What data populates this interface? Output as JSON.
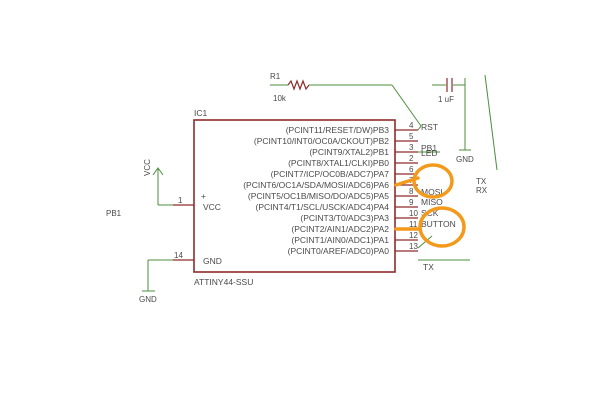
{
  "chip": {
    "ref": "IC1",
    "part": "ATTINY44-SSU",
    "vcc_label": "VCC",
    "gnd_label": "GND",
    "plus": "+",
    "left_pin_1": "1",
    "left_pin_14": "14",
    "pins": [
      {
        "name": "(PCINT11/RESET/DW)PB3",
        "num": "4"
      },
      {
        "name": "(PCINT10/INT0/OC0A/CKOUT)PB2",
        "num": "5"
      },
      {
        "name": "(PCINT9/XTAL2)PB1",
        "num": "3"
      },
      {
        "name": "(PCINT8/XTAL1/CLKI)PB0",
        "num": "2"
      },
      {
        "name": "(PCINT7/ICP/OC0B/ADC7)PA7",
        "num": "6"
      },
      {
        "name": "(PCINT6/OC1A/SDA/MOSI/ADC6)PA6",
        "num": "7"
      },
      {
        "name": "(PCINT5/OC1B/MISO/DO/ADC5)PA5",
        "num": "8"
      },
      {
        "name": "(PCINT4/T1/SCL/USCK/ADC4)PA4",
        "num": "9"
      },
      {
        "name": "(PCINT3/T0/ADC3)PA3",
        "num": "10"
      },
      {
        "name": "(PCINT2/AIN1/ADC2)PA2",
        "num": "11"
      },
      {
        "name": "(PCINT1/AIN0/ADC1)PA1",
        "num": "12"
      },
      {
        "name": "(PCINT0/AREF/ADC0)PA0",
        "num": "13"
      }
    ]
  },
  "nets": {
    "rst": "RST",
    "pb1": "PB1",
    "led": "LED",
    "mosi": "MOSI",
    "miso": "MISO",
    "sck": "SCK",
    "button": "BUTTON",
    "tx": "TX",
    "pb1_left": "PB1",
    "tx_right": "TX",
    "rx_right": "RX"
  },
  "supply": {
    "vcc": "VCC",
    "gnd_left": "GND",
    "gnd_right": "GND"
  },
  "parts": {
    "resistor_value": "10k",
    "resistor_ref": "R1",
    "capacitor_value": "1 uF"
  },
  "colors": {
    "wire": "#4c8f3e",
    "part": "#8e2b2b",
    "highlight": "#f39a1c"
  }
}
